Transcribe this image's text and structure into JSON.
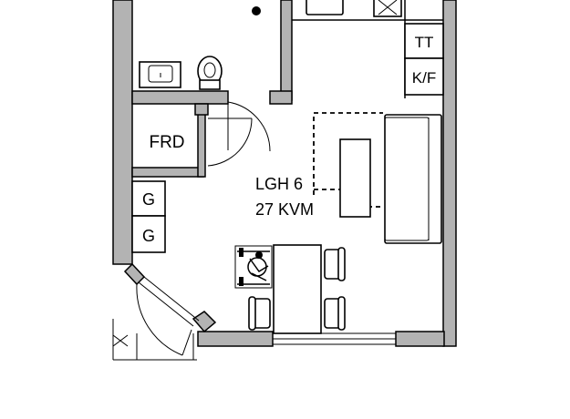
{
  "plan": {
    "apartment_label": "LGH 6",
    "area_label": "27 KVM",
    "storage_label": "FRD",
    "appliances": {
      "dryer_label": "TT",
      "fridge_freezer_label": "K/F"
    },
    "cabinets": [
      {
        "label": "G"
      },
      {
        "label": "G"
      }
    ]
  }
}
